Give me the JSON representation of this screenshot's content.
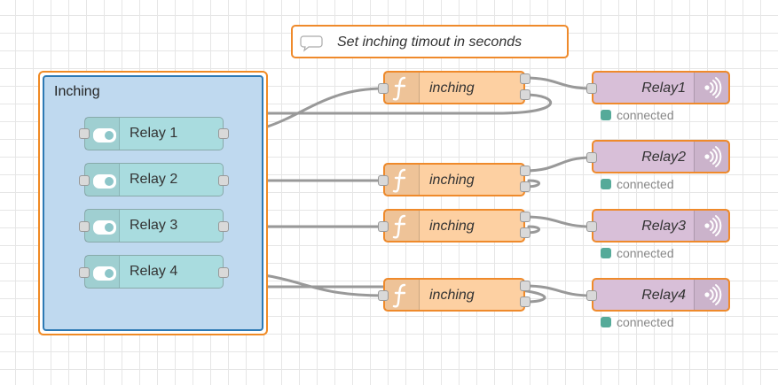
{
  "comment": {
    "text": "Set inching timout in seconds",
    "icon": "comment-icon"
  },
  "group": {
    "label": "Inching"
  },
  "inject_nodes": [
    {
      "label": "Relay 1",
      "icon": "toggle-icon"
    },
    {
      "label": "Relay 2",
      "icon": "toggle-icon"
    },
    {
      "label": "Relay 3",
      "icon": "toggle-icon"
    },
    {
      "label": "Relay 4",
      "icon": "toggle-icon"
    }
  ],
  "function_nodes": [
    {
      "label": "inching",
      "icon": "function-icon"
    },
    {
      "label": "inching",
      "icon": "function-icon"
    },
    {
      "label": "inching",
      "icon": "function-icon"
    },
    {
      "label": "inching",
      "icon": "function-icon"
    }
  ],
  "relay_nodes": [
    {
      "label": "Relay1",
      "status": "connected",
      "icon": "wireless-icon"
    },
    {
      "label": "Relay2",
      "status": "connected",
      "icon": "wireless-icon"
    },
    {
      "label": "Relay3",
      "status": "connected",
      "icon": "wireless-icon"
    },
    {
      "label": "Relay4",
      "status": "connected",
      "icon": "wireless-icon"
    }
  ],
  "colors": {
    "accent_selected": "#ef8a2b",
    "group_fill": "#bfd9ef",
    "group_border": "#2d79b4",
    "inject_fill": "#a9dcdf",
    "function_fill": "#fdd0a2",
    "relay_fill": "#d8bfd8",
    "wire": "#999999",
    "status_connected": "#55aa88"
  }
}
